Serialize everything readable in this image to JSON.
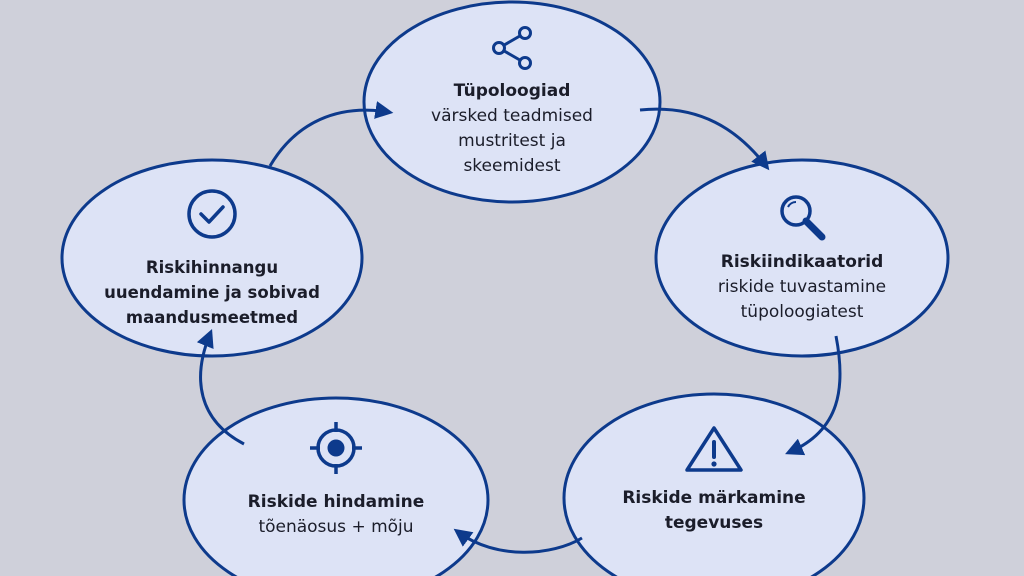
{
  "colors": {
    "background": "#cfd0da",
    "node_fill": "#dde3f6",
    "accent": "#0d3a8c",
    "text": "#1b1d2a"
  },
  "nodes": [
    {
      "id": "typologies",
      "icon": "share-icon",
      "title": "Tüpoloogiad",
      "subtitle_lines": [
        "värsked teadmised",
        "mustritest ja",
        "skeemidest"
      ]
    },
    {
      "id": "risk-indicators",
      "icon": "search-icon",
      "title": "Riskiindikaatorid",
      "subtitle_lines": [
        "riskide tuvastamine",
        "tüpoloogiatest"
      ]
    },
    {
      "id": "risk-noticing",
      "icon": "warning-icon",
      "title_lines": [
        "Riskide märkamine",
        "tegevuses"
      ]
    },
    {
      "id": "risk-assessment",
      "icon": "target-icon",
      "title": "Riskide hindamine",
      "subtitle_lines": [
        "tõenäosus + mõju"
      ]
    },
    {
      "id": "risk-update",
      "icon": "checkmark-icon",
      "title_lines": [
        "Riskihinnangu",
        "uuendamine ja sobivad",
        "maandusmeetmed"
      ]
    }
  ]
}
